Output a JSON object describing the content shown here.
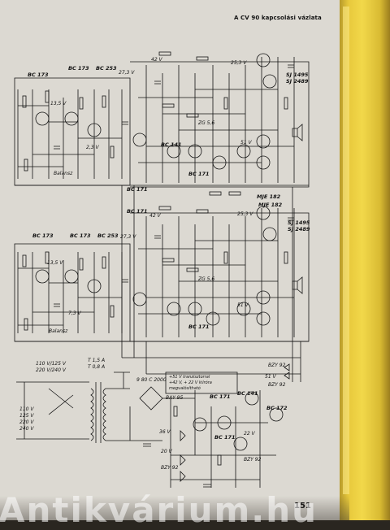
{
  "header": {
    "title": "A CV 90 kapcsolási vázlata"
  },
  "page_number": "151",
  "watermark": "Antikvárium.hu",
  "upper_channel": {
    "transistors_top": [
      "BC 173",
      "BC 173",
      "BC 253"
    ],
    "mid_label": "BC 171",
    "balance": "Balansz",
    "voltages": [
      "27,3 V",
      "25,3 V",
      "42 V",
      "2,3 V",
      "51 V",
      "13,5 V"
    ],
    "output": [
      "SJ 1495",
      "SJ 2489"
    ],
    "zener": "ZG 5,6",
    "driver": [
      "BC 141",
      "BC 171"
    ],
    "out_top": "MJE 182"
  },
  "lower_channel": {
    "transistors_top": [
      "BC 173",
      "BC 173",
      "BC 253"
    ],
    "mid_label": "BC 171",
    "balance": "Balansz",
    "voltages": [
      "27,3 V",
      "25,3 V",
      "42 V",
      "13,5 V",
      "7,3 V",
      "51 V"
    ],
    "output": [
      "SJ 1495",
      "SJ 2489"
    ],
    "zener": "ZG 5,6",
    "driver": [
      "BC 171"
    ],
    "out_top": "MJE 182"
  },
  "power_supply": {
    "mains": [
      "110 V/125 V",
      "220 V/240 V"
    ],
    "taps": [
      "110 V",
      "125 V",
      "220 V",
      "240 V"
    ],
    "fuse": [
      "T 1,5 A",
      "T 0,8 A"
    ],
    "bridge": "9 80 C 2000",
    "note": [
      "+51 V tranzisztorral",
      "+42 V, + 22 V kiíróra",
      "megvalósítható"
    ],
    "reg_transistors": [
      "BC 141",
      "BC 171",
      "BC 172",
      "BC 171"
    ],
    "diodes": [
      "BAY 95",
      "BZY 92",
      "BZY 92"
    ],
    "voltages": [
      "36 V",
      "20 V",
      "22 V",
      "51 V"
    ],
    "side": [
      "BZY 92",
      "BZY 92"
    ]
  },
  "colors": {
    "ink": "#111111",
    "paper": "#dcd9d2",
    "spine": "#e8c93c"
  }
}
